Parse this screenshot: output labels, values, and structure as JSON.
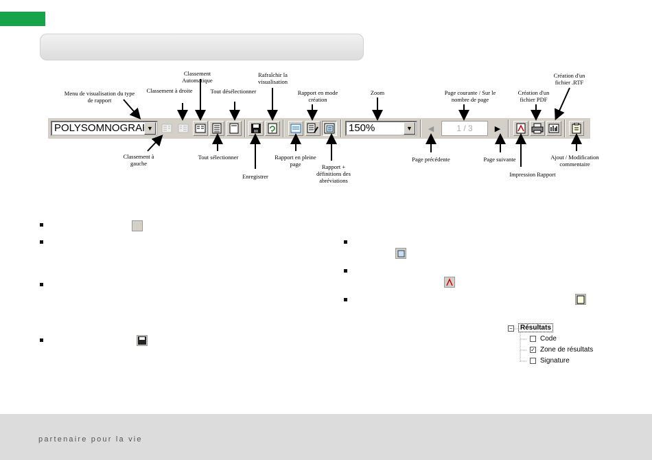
{
  "toolbar": {
    "report_type_value": "POLYSOMNOGRAPI",
    "zoom_value": "150%",
    "page_indicator": "1 / 3"
  },
  "annotations": {
    "menu_type": "Menu de visualisation du type de rapport",
    "sort_right": "Classement à droite",
    "sort_auto": "Classement Automatique",
    "deselect_all": "Tout désélectionner",
    "refresh": "Rafraîchir la visualisation",
    "design_mode": "Rapport en mode création",
    "zoom": "Zoom",
    "current_page": "Page courante / Sur le nombre de page",
    "pdf": "Création d'un fichier PDF",
    "rtf": "Création d'un fichier .RTF",
    "sort_left": "Classement à gauche",
    "select_all": "Tout sélectionner",
    "save": "Enregistrer",
    "full_page": "Rapport en pleine page",
    "abbreviations": "Rapport + définitions des abréviations",
    "prev_page": "Page précédente",
    "next_page": "Page suivante",
    "print": "Impression Rapport",
    "comment": "Ajout / Modification commentaire"
  },
  "tree": {
    "root": "Résultats",
    "items": [
      {
        "label": "Code",
        "checked": false
      },
      {
        "label": "Zone de résultats",
        "checked": true
      },
      {
        "label": "Signature",
        "checked": false
      }
    ]
  },
  "footer": {
    "tagline": "partenaire pour la vie"
  },
  "colors": {
    "accent": "#17a34a",
    "toolbar": "#d4d0c8"
  }
}
